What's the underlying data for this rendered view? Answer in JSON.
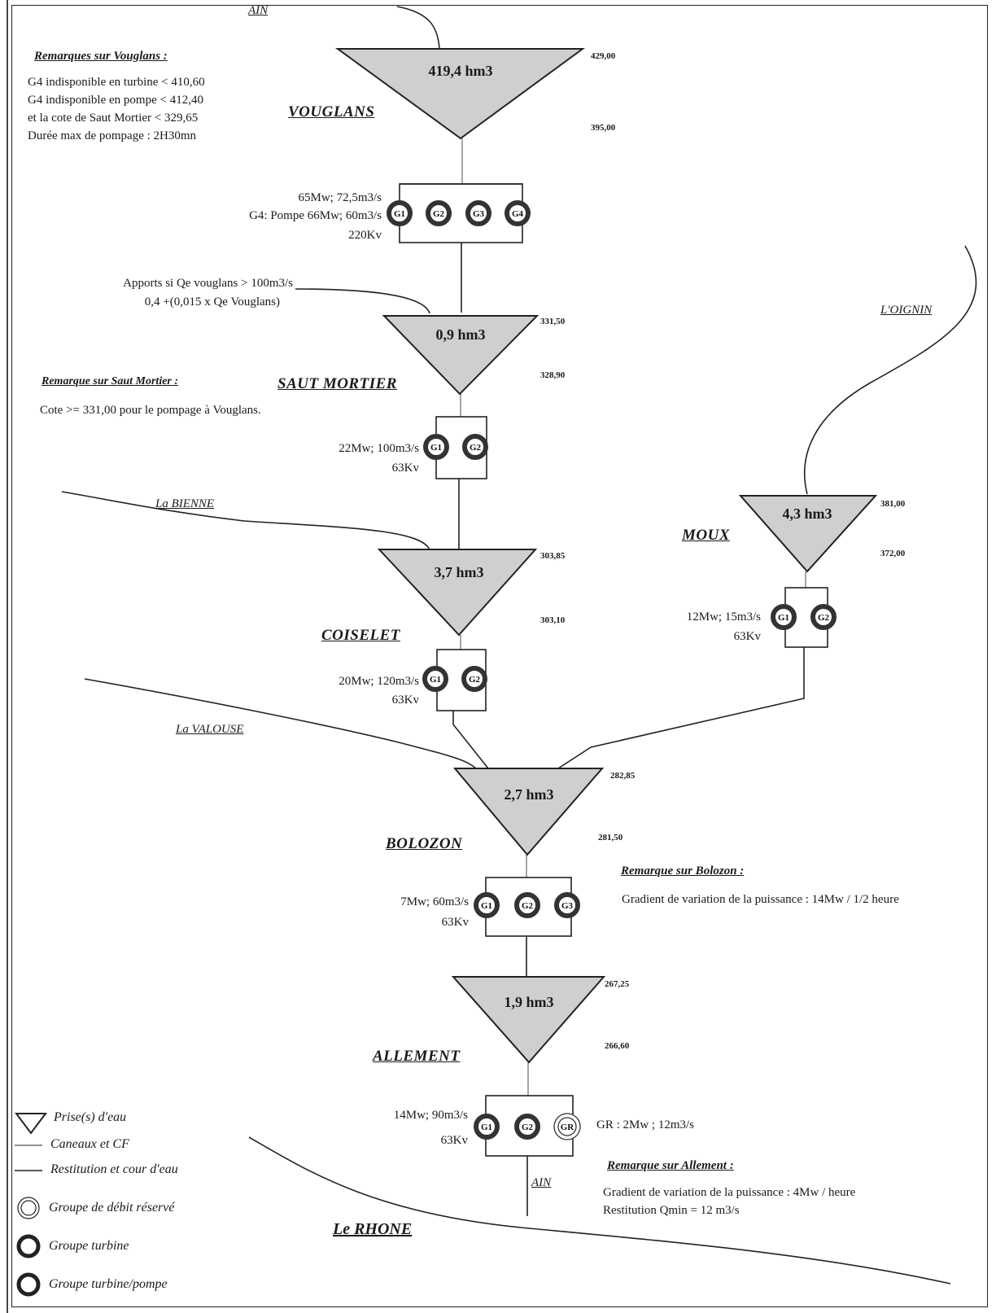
{
  "rivers": {
    "ain_top": "AIN",
    "oignin": "L'OIGNIN",
    "bienne": "La BIENNE",
    "valouse": "La VALOUSE",
    "ain_bottom": "AIN",
    "rhone": "Le RHONE"
  },
  "vouglans": {
    "name": "VOUGLANS",
    "volume": "419,4 hm3",
    "elev_high": "429,00",
    "elev_low": "395,00",
    "spec_line1": "65Mw;  72,5m3/s",
    "spec_line2": "G4: Pompe 66Mw;  60m3/s",
    "spec_line3": "220Kv",
    "groups": [
      "G1",
      "G2",
      "G3",
      "G4"
    ],
    "remark_title": "Remarques sur Vouglans :",
    "remark_lines": [
      "G4 indisponible en turbine < 410,60",
      "G4 indisponible en pompe < 412,40",
      "et la cote de Saut Mortier < 329,65",
      "Durée max de pompage : 2H30mn"
    ]
  },
  "apports": {
    "line1": "Apports si Qe vouglans > 100m3/s",
    "line2": "0,4 +(0,015 x Qe Vouglans)"
  },
  "saut_mortier": {
    "name": "SAUT  MORTIER",
    "volume": "0,9 hm3",
    "elev_high": "331,50",
    "elev_low": "328,90",
    "spec_line1": "22Mw;  100m3/s",
    "spec_line2": "63Kv",
    "groups": [
      "G1",
      "G2"
    ],
    "remark_title": "Remarque sur Saut Mortier :",
    "remark_line": "Cote >= 331,00 pour le pompage à Vouglans."
  },
  "moux": {
    "name": "MOUX",
    "volume": "4,3 hm3",
    "elev_high": "381,00",
    "elev_low": "372,00",
    "spec_line1": "12Mw;  15m3/s",
    "spec_line2": "63Kv",
    "groups": [
      "G1",
      "G2"
    ]
  },
  "coiselet": {
    "name": "COISELET",
    "volume": "3,7 hm3",
    "elev_high": "303,85",
    "elev_low": "303,10",
    "spec_line1": "20Mw;  120m3/s",
    "spec_line2": "63Kv",
    "groups": [
      "G1",
      "G2"
    ]
  },
  "bolozon": {
    "name": "BOLOZON",
    "volume": "2,7 hm3",
    "elev_high": "282,85",
    "elev_low": "281,50",
    "spec_line1": "7Mw;  60m3/s",
    "spec_line2": "63Kv",
    "groups": [
      "G1",
      "G2",
      "G3"
    ],
    "remark_title": "Remarque sur Bolozon :",
    "remark_line": "Gradient de variation de la puissance : 14Mw / 1/2 heure"
  },
  "allement": {
    "name": "ALLEMENT",
    "volume": "1,9 hm3",
    "elev_high": "267,25",
    "elev_low": "266,60",
    "spec_line1": "14Mw;  90m3/s",
    "spec_line2": "63Kv",
    "groups": [
      "G1",
      "G2",
      "GR"
    ],
    "gr_spec": "GR : 2Mw ; 12m3/s",
    "remark_title": "Remarque sur Allement :",
    "remark_lines": [
      "Gradient de variation de la puissance : 4Mw / heure",
      "Restitution Qmin = 12 m3/s"
    ]
  },
  "legend": {
    "prise": "Prise(s) d'eau",
    "canaux": "Caneaux et CF",
    "restitution": "Restitution et cour d'eau",
    "debit_reserve": "Groupe de débit réservé",
    "turbine": "Groupe turbine",
    "turbine_pompe": "Groupe turbine/pompe"
  }
}
